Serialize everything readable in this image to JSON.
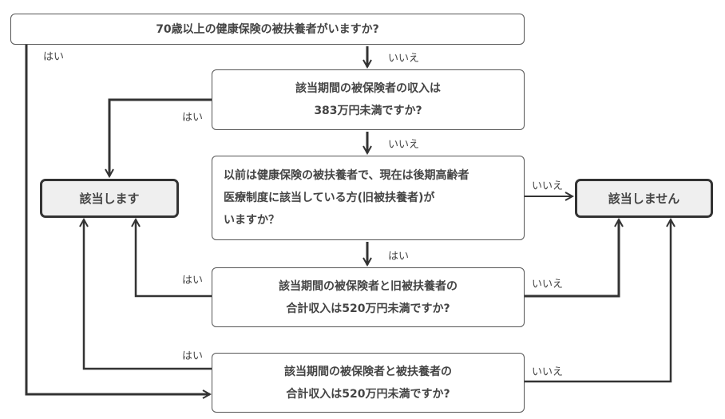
{
  "questions": [
    {
      "lines": [
        "70歳以上の健康保険の被扶養者がいますか?"
      ]
    },
    {
      "lines": [
        "該当期間の被保険者の収入は",
        "383万円未満ですか?"
      ]
    },
    {
      "lines": [
        "以前は健康保険の被扶養者で、現在は後期高齢者",
        "医療制度に該当している方(旧被扶養者)が",
        "いますか？"
      ]
    },
    {
      "lines": [
        "該当期間の被保険者と旧被扶養者の",
        "合計収入は520万円未満ですか?"
      ]
    },
    {
      "lines": [
        "該当期間の被保険者と被扶養者の",
        "合計収入は520万円未満ですか?"
      ]
    }
  ],
  "results": {
    "applies": "該当します",
    "not_applies": "該当しません"
  },
  "labels": {
    "q1_yes": "はい",
    "q1_no": "いいえ",
    "q2_yes": "はい",
    "q2_no": "いいえ",
    "q3_yes": "はい",
    "q3_no": "いいえ",
    "q4_yes": "はい",
    "q4_no": "いいえ",
    "q5_yes": "はい",
    "q5_no": "いいえ"
  }
}
